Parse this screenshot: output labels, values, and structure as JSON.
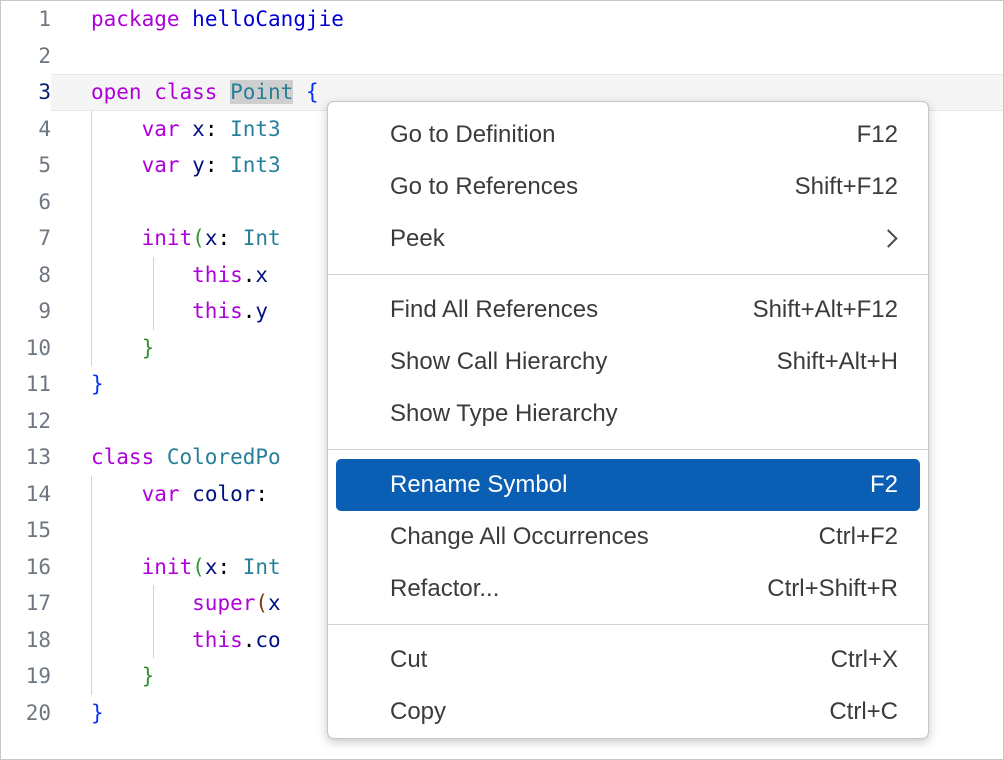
{
  "editor": {
    "language": "Cangjie",
    "selected_word": "Point",
    "active_line": 3,
    "lines": [
      {
        "num": "1",
        "indent": 0,
        "active": false,
        "tokens": [
          {
            "t": "package",
            "c": "kw"
          },
          {
            "t": " ",
            "c": "op"
          },
          {
            "t": "helloCangjie",
            "c": "ns"
          }
        ]
      },
      {
        "num": "2",
        "indent": 0,
        "active": false,
        "tokens": []
      },
      {
        "num": "3",
        "indent": 0,
        "active": true,
        "tokens": [
          {
            "t": "open",
            "c": "kw"
          },
          {
            "t": " ",
            "c": "op"
          },
          {
            "t": "class",
            "c": "kw"
          },
          {
            "t": " ",
            "c": "op"
          },
          {
            "t": "Point",
            "c": "type",
            "sel": true
          },
          {
            "t": " ",
            "c": "op"
          },
          {
            "t": "{",
            "c": "br1"
          }
        ]
      },
      {
        "num": "4",
        "indent": 1,
        "active": false,
        "tokens": [
          {
            "t": "    ",
            "c": "op"
          },
          {
            "t": "var",
            "c": "kw"
          },
          {
            "t": " ",
            "c": "op"
          },
          {
            "t": "x",
            "c": "id"
          },
          {
            "t": ": ",
            "c": "op"
          },
          {
            "t": "Int3",
            "c": "type"
          }
        ]
      },
      {
        "num": "5",
        "indent": 1,
        "active": false,
        "tokens": [
          {
            "t": "    ",
            "c": "op"
          },
          {
            "t": "var",
            "c": "kw"
          },
          {
            "t": " ",
            "c": "op"
          },
          {
            "t": "y",
            "c": "id"
          },
          {
            "t": ": ",
            "c": "op"
          },
          {
            "t": "Int3",
            "c": "type"
          }
        ]
      },
      {
        "num": "6",
        "indent": 1,
        "active": false,
        "tokens": []
      },
      {
        "num": "7",
        "indent": 1,
        "active": false,
        "tokens": [
          {
            "t": "    ",
            "c": "op"
          },
          {
            "t": "init",
            "c": "kw"
          },
          {
            "t": "(",
            "c": "br2"
          },
          {
            "t": "x",
            "c": "id"
          },
          {
            "t": ": ",
            "c": "op"
          },
          {
            "t": "Int",
            "c": "type"
          }
        ]
      },
      {
        "num": "8",
        "indent": 2,
        "active": false,
        "tokens": [
          {
            "t": "        ",
            "c": "op"
          },
          {
            "t": "this",
            "c": "kw"
          },
          {
            "t": ".",
            "c": "op"
          },
          {
            "t": "x",
            "c": "id"
          },
          {
            "t": " ",
            "c": "op"
          }
        ]
      },
      {
        "num": "9",
        "indent": 2,
        "active": false,
        "tokens": [
          {
            "t": "        ",
            "c": "op"
          },
          {
            "t": "this",
            "c": "kw"
          },
          {
            "t": ".",
            "c": "op"
          },
          {
            "t": "y",
            "c": "id"
          },
          {
            "t": " ",
            "c": "op"
          }
        ]
      },
      {
        "num": "10",
        "indent": 1,
        "active": false,
        "tokens": [
          {
            "t": "    ",
            "c": "op"
          },
          {
            "t": "}",
            "c": "br2"
          }
        ]
      },
      {
        "num": "11",
        "indent": 0,
        "active": false,
        "tokens": [
          {
            "t": "}",
            "c": "br1"
          }
        ]
      },
      {
        "num": "12",
        "indent": 0,
        "active": false,
        "tokens": []
      },
      {
        "num": "13",
        "indent": 0,
        "active": false,
        "tokens": [
          {
            "t": "class",
            "c": "kw"
          },
          {
            "t": " ",
            "c": "op"
          },
          {
            "t": "ColoredPo",
            "c": "type"
          }
        ]
      },
      {
        "num": "14",
        "indent": 1,
        "active": false,
        "tokens": [
          {
            "t": "    ",
            "c": "op"
          },
          {
            "t": "var",
            "c": "kw"
          },
          {
            "t": " ",
            "c": "op"
          },
          {
            "t": "color",
            "c": "id"
          },
          {
            "t": ": ",
            "c": "op"
          }
        ]
      },
      {
        "num": "15",
        "indent": 1,
        "active": false,
        "tokens": []
      },
      {
        "num": "16",
        "indent": 1,
        "active": false,
        "tokens": [
          {
            "t": "    ",
            "c": "op"
          },
          {
            "t": "init",
            "c": "kw"
          },
          {
            "t": "(",
            "c": "br2"
          },
          {
            "t": "x",
            "c": "id"
          },
          {
            "t": ": ",
            "c": "op"
          },
          {
            "t": "Int",
            "c": "type"
          }
        ]
      },
      {
        "num": "17",
        "indent": 2,
        "active": false,
        "tokens": [
          {
            "t": "        ",
            "c": "op"
          },
          {
            "t": "super",
            "c": "kw"
          },
          {
            "t": "(",
            "c": "br3"
          },
          {
            "t": "x",
            "c": "id"
          }
        ]
      },
      {
        "num": "18",
        "indent": 2,
        "active": false,
        "tokens": [
          {
            "t": "        ",
            "c": "op"
          },
          {
            "t": "this",
            "c": "kw"
          },
          {
            "t": ".",
            "c": "op"
          },
          {
            "t": "co",
            "c": "id"
          }
        ]
      },
      {
        "num": "19",
        "indent": 1,
        "active": false,
        "tokens": [
          {
            "t": "    ",
            "c": "op"
          },
          {
            "t": "}",
            "c": "br2"
          }
        ]
      },
      {
        "num": "20",
        "indent": 0,
        "active": false,
        "tokens": [
          {
            "t": "}",
            "c": "br1"
          }
        ]
      }
    ]
  },
  "context_menu": {
    "selected_item": "Rename Symbol",
    "accent_color": "#0a5fb5",
    "groups": [
      {
        "items": [
          {
            "label": "Go to Definition",
            "keybinding": "F12",
            "submenu": false,
            "selected": false
          },
          {
            "label": "Go to References",
            "keybinding": "Shift+F12",
            "submenu": false,
            "selected": false
          },
          {
            "label": "Peek",
            "keybinding": "",
            "submenu": true,
            "selected": false
          }
        ]
      },
      {
        "items": [
          {
            "label": "Find All References",
            "keybinding": "Shift+Alt+F12",
            "submenu": false,
            "selected": false
          },
          {
            "label": "Show Call Hierarchy",
            "keybinding": "Shift+Alt+H",
            "submenu": false,
            "selected": false
          },
          {
            "label": "Show Type Hierarchy",
            "keybinding": "",
            "submenu": false,
            "selected": false
          }
        ]
      },
      {
        "items": [
          {
            "label": "Rename Symbol",
            "keybinding": "F2",
            "submenu": false,
            "selected": true
          },
          {
            "label": "Change All Occurrences",
            "keybinding": "Ctrl+F2",
            "submenu": false,
            "selected": false
          },
          {
            "label": "Refactor...",
            "keybinding": "Ctrl+Shift+R",
            "submenu": false,
            "selected": false
          }
        ]
      },
      {
        "items": [
          {
            "label": "Cut",
            "keybinding": "Ctrl+X",
            "submenu": false,
            "selected": false
          },
          {
            "label": "Copy",
            "keybinding": "Ctrl+C",
            "submenu": false,
            "selected": false
          }
        ]
      }
    ]
  }
}
